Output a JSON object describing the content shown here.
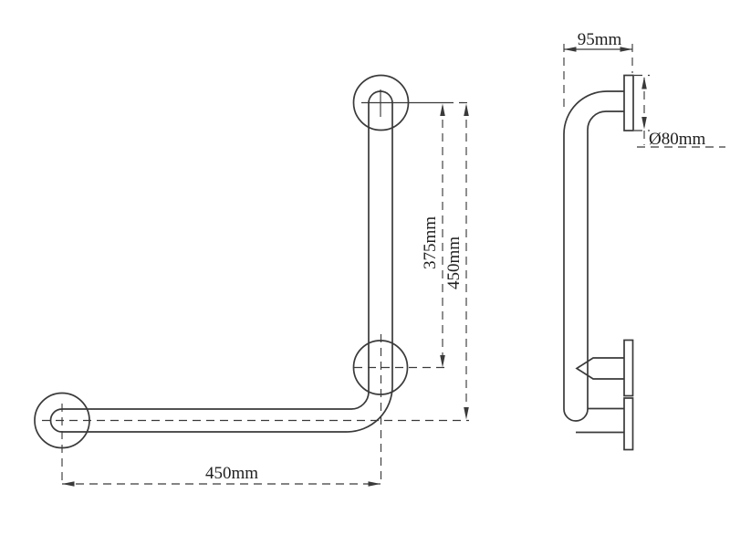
{
  "drawing": {
    "title": "L-shaped grab bar technical drawing",
    "line_color": "#3a3a3a",
    "background": "#ffffff",
    "front_view": {
      "dim_vertical_upper": "375mm",
      "dim_vertical_full": "450mm",
      "dim_horizontal_bottom": "450mm"
    },
    "side_view": {
      "dim_wall_offset": "95mm",
      "dim_flange_diameter": "Ø80mm"
    }
  }
}
